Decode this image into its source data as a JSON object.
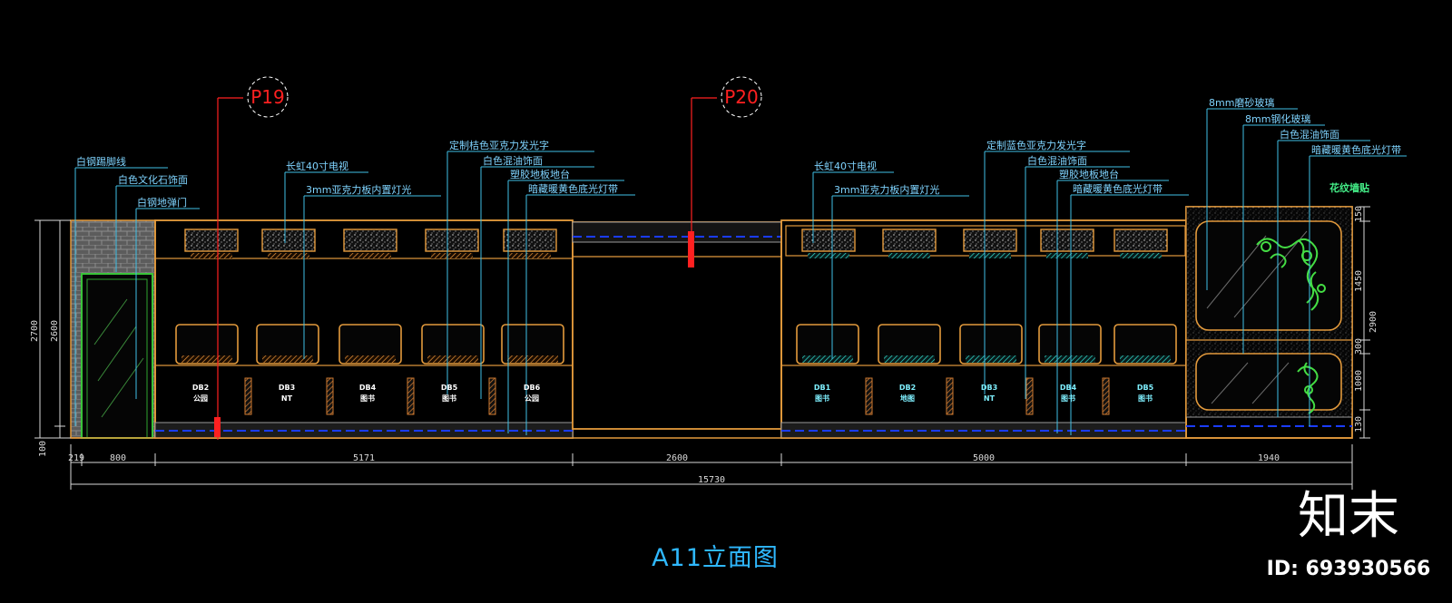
{
  "title": "A11立面图",
  "markers": [
    "P19",
    "P20"
  ],
  "annotations_left": [
    "白钢踢脚线",
    "白色文化石饰面",
    "白钢地弹门"
  ],
  "annotations_left_mid": [
    "长虹40寸电视",
    "3mm亚克力板内置灯光"
  ],
  "annotations_center_left": [
    "定制桔色亚克力发光字",
    "白色混油饰面",
    "塑胶地板地台",
    "暗藏暖黄色底光灯带"
  ],
  "annotations_right_mid": [
    "长虹40寸电视",
    "3mm亚克力板内置灯光"
  ],
  "annotations_center_right": [
    "定制蓝色亚克力发光字",
    "白色混油饰面",
    "塑胶地板地台",
    "暗藏暖黄色底光灯带"
  ],
  "annotations_far_right": [
    "8mm磨砂玻璃",
    "8mm钢化玻璃",
    "白色混油饰面",
    "暗藏暖黄色底光灯带"
  ],
  "annotation_sticker": "花纹墙贴",
  "dimensions_horizontal": [
    "219",
    "800",
    "5171",
    "2600",
    "5000",
    "1940"
  ],
  "dimension_total": "15730",
  "dimensions_left": [
    "2700",
    "2600",
    "100"
  ],
  "dimensions_right": [
    "150",
    "1450",
    "2900",
    "1000",
    "300",
    "130"
  ],
  "room_labels_left": [
    [
      "DB2",
      "公园"
    ],
    [
      "DB3",
      "NT"
    ],
    [
      "DB4",
      "图书"
    ],
    [
      "DB5",
      "图书"
    ],
    [
      "DB6",
      "公园"
    ]
  ],
  "room_labels_right": [
    [
      "DB1",
      "图书"
    ],
    [
      "DB2",
      "地图"
    ],
    [
      "DB3",
      "NT"
    ],
    [
      "DB4",
      "图书"
    ],
    [
      "DB5",
      "图书"
    ]
  ],
  "watermark_logo": "知末",
  "watermark_id": "ID: 693930566",
  "colors": {
    "outline": "#e39a3c",
    "leader": "#3fbfe6",
    "marker": "#ff2020",
    "dimension": "#d9d9d9",
    "title": "#2fb8ff",
    "plant": "#44dd44",
    "led_blue": "#1a3cff",
    "brick": "#7a7a7a"
  }
}
